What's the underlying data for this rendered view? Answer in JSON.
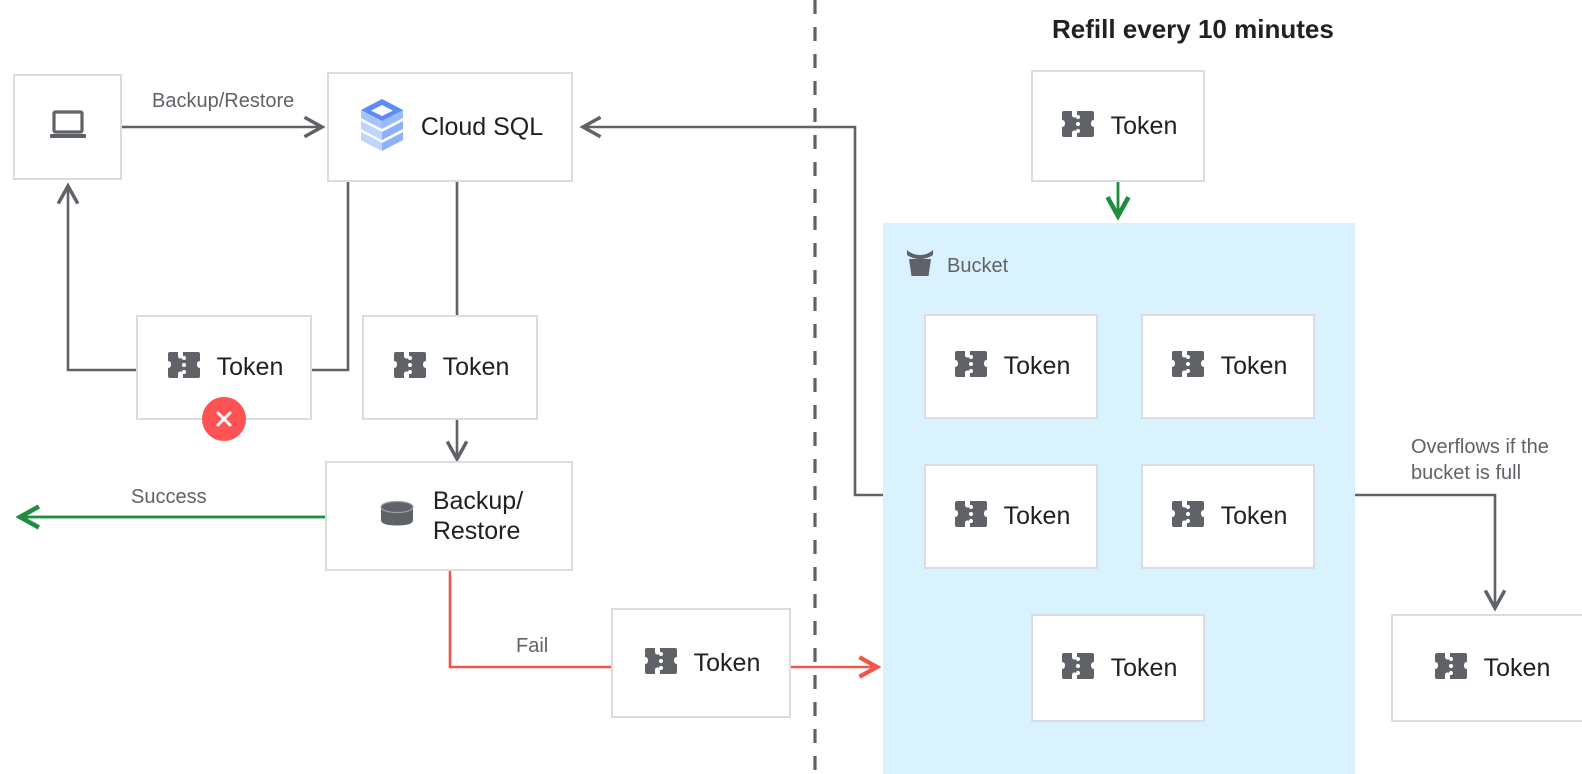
{
  "diagram": {
    "title": "Refill every 10 minutes",
    "bucket_label": "Bucket",
    "token_label": "Token",
    "cloud_sql_label": "Cloud SQL",
    "backup_restore_label": "Backup/\nRestore",
    "edge_labels": {
      "backup_restore": "Backup/Restore",
      "success": "Success",
      "fail": "Fail",
      "overflow": "Overflows if the\nbucket is full"
    },
    "icons": {
      "laptop": "laptop-icon",
      "cloud_sql": "cloud-sql-icon",
      "token": "token-icon",
      "database": "database-icon",
      "bucket": "bucket-icon",
      "error": "error-x-icon"
    },
    "colors": {
      "success_green": "#1e8e3e",
      "fail_red": "#f4554a",
      "line_gray": "#5f6368",
      "box_border": "#dadce0",
      "bucket_fill": "#d9f2fd",
      "icon_gray": "#5f6368",
      "error_red": "#ff5252",
      "cloud_sql_blue": "#4285f4"
    },
    "nodes": [
      {
        "id": "laptop",
        "name": "laptop-node",
        "label": "",
        "icon": "laptop-icon"
      },
      {
        "id": "cloudsql",
        "name": "cloud-sql-node",
        "label": "Cloud SQL",
        "icon": "cloud-sql-icon"
      },
      {
        "id": "token-left",
        "name": "token-node-failed",
        "label": "Token",
        "icon": "token-icon"
      },
      {
        "id": "token-mid",
        "name": "token-node-request",
        "label": "Token",
        "icon": "token-icon"
      },
      {
        "id": "backup",
        "name": "backup-restore-node",
        "label": "Backup/\nRestore",
        "icon": "database-icon"
      },
      {
        "id": "token-fail",
        "name": "token-node-returned",
        "label": "Token",
        "icon": "token-icon"
      },
      {
        "id": "token-refill",
        "name": "token-node-refill",
        "label": "Token",
        "icon": "token-icon"
      },
      {
        "id": "token-b1",
        "name": "token-node-bucket-1",
        "label": "Token",
        "icon": "token-icon"
      },
      {
        "id": "token-b2",
        "name": "token-node-bucket-2",
        "label": "Token",
        "icon": "token-icon"
      },
      {
        "id": "token-b3",
        "name": "token-node-bucket-3",
        "label": "Token",
        "icon": "token-icon"
      },
      {
        "id": "token-b4",
        "name": "token-node-bucket-4",
        "label": "Token",
        "icon": "token-icon"
      },
      {
        "id": "token-b5",
        "name": "token-node-bucket-5",
        "label": "Token",
        "icon": "token-icon"
      },
      {
        "id": "token-overflow",
        "name": "token-node-overflow",
        "label": "Token",
        "icon": "token-icon"
      }
    ]
  }
}
